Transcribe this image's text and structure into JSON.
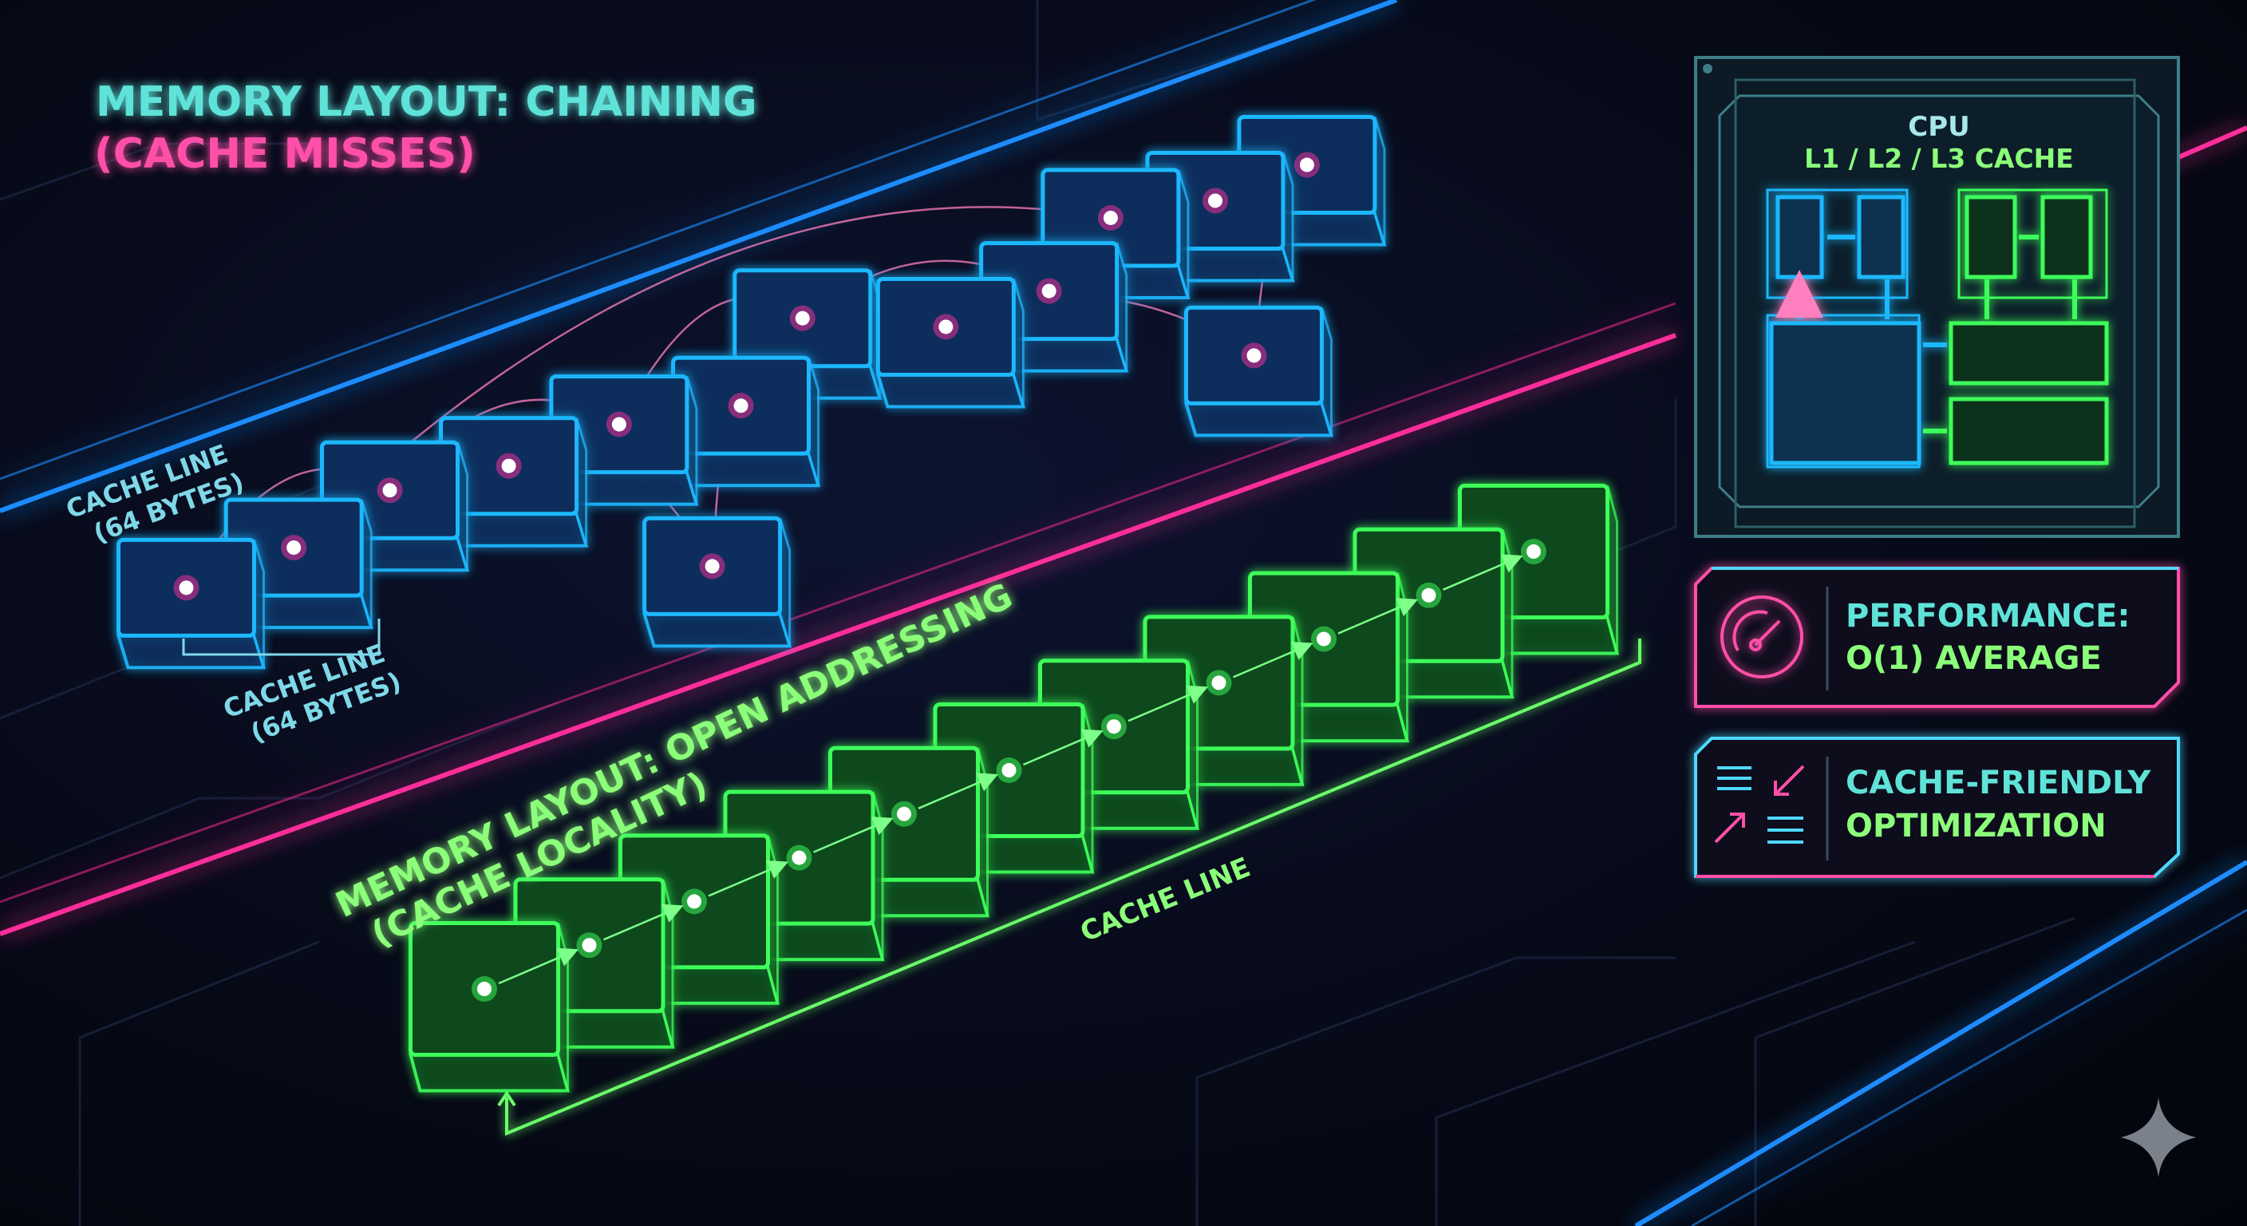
{
  "chaining": {
    "title": "MEMORY LAYOUT: CHAINING",
    "subtitle": "(CACHE MISSES)",
    "cache_line_label_1": "CACHE LINE",
    "cache_line_sub_1": "(64 BYTES)",
    "cache_line_label_2": "CACHE LINE",
    "cache_line_sub_2": "(64 BYTES)"
  },
  "open_addressing": {
    "title": "MEMORY LAYOUT: OPEN ADDRESSING",
    "subtitle": "(CACHE LOCALITY)",
    "cache_line_label": "CACHE LINE"
  },
  "cpu": {
    "title": "CPU",
    "subtitle": "L1 / L2 / L3 CACHE"
  },
  "cards": [
    {
      "line1": "PERFORMANCE:",
      "line2": "O(1) AVERAGE",
      "icon": "speedometer-icon"
    },
    {
      "line1": "CACHE-FRIENDLY",
      "line2": "OPTIMIZATION",
      "icon": "converging-arrows-icon"
    }
  ],
  "colors": {
    "blue": "#1fb8ff",
    "green": "#3dff5a",
    "pink": "#ff2f9a",
    "title_cyan": "#5fe3d8",
    "title_pink": "#ff4fa8"
  }
}
